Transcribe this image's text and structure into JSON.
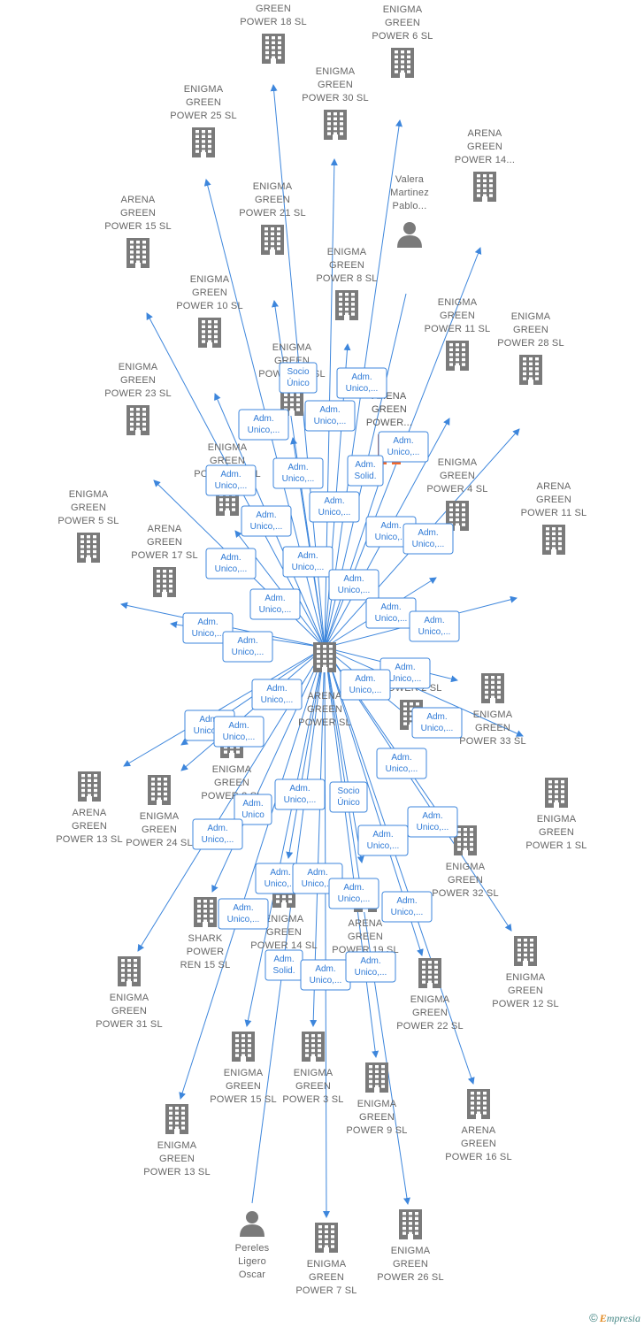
{
  "colors": {
    "edge": "#3d86dc",
    "node": "#7a7a7a",
    "node_highlight": "#f26a2e",
    "label": "#666666"
  },
  "center": {
    "id": "center",
    "lines": [
      "ARENA",
      "GREEN",
      "POWER  SL"
    ],
    "icon": "building-icon"
  },
  "nodes": [
    {
      "id": "n1",
      "lines": [
        "ARENA",
        "GREEN",
        "POWER 18  SL"
      ],
      "icon": "building-icon"
    },
    {
      "id": "n2",
      "lines": [
        "ENIGMA",
        "GREEN",
        "POWER 6  SL"
      ],
      "icon": "building-icon"
    },
    {
      "id": "n3",
      "lines": [
        "ENIGMA",
        "GREEN",
        "POWER 30  SL"
      ],
      "icon": "building-icon"
    },
    {
      "id": "n4",
      "lines": [
        "ENIGMA",
        "GREEN",
        "POWER 25  SL"
      ],
      "icon": "building-icon"
    },
    {
      "id": "n5",
      "lines": [
        "ARENA",
        "GREEN",
        "POWER 14..."
      ],
      "icon": "building-icon"
    },
    {
      "id": "n6",
      "lines": [
        "Valera",
        "Martinez",
        "Pablo..."
      ],
      "icon": "person-icon"
    },
    {
      "id": "n7",
      "lines": [
        "ENIGMA",
        "GREEN",
        "POWER 21  SL"
      ],
      "icon": "building-icon"
    },
    {
      "id": "n8",
      "lines": [
        "ARENA",
        "GREEN",
        "POWER 15  SL"
      ],
      "icon": "building-icon"
    },
    {
      "id": "n9",
      "lines": [
        "ENIGMA",
        "GREEN",
        "POWER 8  SL"
      ],
      "icon": "building-icon"
    },
    {
      "id": "n10",
      "lines": [
        "ENIGMA",
        "GREEN",
        "POWER 10  SL"
      ],
      "icon": "building-icon"
    },
    {
      "id": "n11",
      "lines": [
        "ENIGMA",
        "GREEN",
        "POWER 11  SL"
      ],
      "icon": "building-icon"
    },
    {
      "id": "n12",
      "lines": [
        "ENIGMA",
        "GREEN",
        "POWER 28  SL"
      ],
      "icon": "building-icon"
    },
    {
      "id": "n13",
      "lines": [
        "ENIGMA",
        "GREEN",
        "POWER 23  SL"
      ],
      "icon": "building-icon"
    },
    {
      "id": "n14",
      "lines": [
        "ENIGMA",
        "GREEN",
        "POWER 27  SL"
      ],
      "icon": "building-icon"
    },
    {
      "id": "n15",
      "lines": [
        "ARENA",
        "GREEN",
        "POWER..."
      ],
      "icon": "building-icon",
      "highlight": true
    },
    {
      "id": "n16",
      "lines": [
        "ENIGMA",
        "GREEN",
        "POWER 29  SL"
      ],
      "icon": "building-icon"
    },
    {
      "id": "n17",
      "lines": [
        "ENIGMA",
        "GREEN",
        "POWER 4  SL"
      ],
      "icon": "building-icon"
    },
    {
      "id": "n18",
      "lines": [
        "ARENA",
        "GREEN",
        "POWER 11  SL"
      ],
      "icon": "building-icon"
    },
    {
      "id": "n19",
      "lines": [
        "ENIGMA",
        "GREEN",
        "POWER 5  SL"
      ],
      "icon": "building-icon"
    },
    {
      "id": "n20",
      "lines": [
        "ARENA",
        "GREEN",
        "POWER 17  SL"
      ],
      "icon": "building-icon"
    },
    {
      "id": "n21",
      "lines": [
        "ENIGMA",
        "GREEN",
        "POWER 33  SL"
      ],
      "icon": "building-icon"
    },
    {
      "id": "n22",
      "lines": [
        "ARENA",
        "GREEN",
        "POWER 2  SL"
      ],
      "icon": "building-icon"
    },
    {
      "id": "n23",
      "lines": [
        "ENIGMA",
        "GREEN",
        "POWER 1  SL"
      ],
      "icon": "building-icon"
    },
    {
      "id": "n24",
      "lines": [
        "ENIGMA",
        "GREEN",
        "POWER 2  SL"
      ],
      "icon": "building-icon"
    },
    {
      "id": "n25",
      "lines": [
        "ARENA",
        "GREEN",
        "POWER 13  SL"
      ],
      "icon": "building-icon"
    },
    {
      "id": "n26",
      "lines": [
        "ENIGMA",
        "GREEN",
        "POWER 24  SL"
      ],
      "icon": "building-icon"
    },
    {
      "id": "n27",
      "lines": [
        "ENIGMA",
        "GREEN",
        "POWER 32  SL"
      ],
      "icon": "building-icon"
    },
    {
      "id": "n28",
      "lines": [
        "SHARK",
        "POWER",
        "REN 15  SL"
      ],
      "icon": "building-icon"
    },
    {
      "id": "n29",
      "lines": [
        "ENIGMA",
        "GREEN",
        "POWER 14  SL"
      ],
      "icon": "building-icon"
    },
    {
      "id": "n30",
      "lines": [
        "ARENA",
        "GREEN",
        "POWER 19  SL"
      ],
      "icon": "building-icon"
    },
    {
      "id": "n31",
      "lines": [
        "ENIGMA",
        "GREEN",
        "POWER 12  SL"
      ],
      "icon": "building-icon"
    },
    {
      "id": "n32",
      "lines": [
        "ENIGMA",
        "GREEN",
        "POWER 31  SL"
      ],
      "icon": "building-icon"
    },
    {
      "id": "n33",
      "lines": [
        "ENIGMA",
        "GREEN",
        "POWER 22  SL"
      ],
      "icon": "building-icon"
    },
    {
      "id": "n34",
      "lines": [
        "ENIGMA",
        "GREEN",
        "POWER 15  SL"
      ],
      "icon": "building-icon"
    },
    {
      "id": "n35",
      "lines": [
        "ENIGMA",
        "GREEN",
        "POWER 3  SL"
      ],
      "icon": "building-icon"
    },
    {
      "id": "n36",
      "lines": [
        "ENIGMA",
        "GREEN",
        "POWER 9  SL"
      ],
      "icon": "building-icon"
    },
    {
      "id": "n37",
      "lines": [
        "ARENA",
        "GREEN",
        "POWER 16  SL"
      ],
      "icon": "building-icon"
    },
    {
      "id": "n38",
      "lines": [
        "ENIGMA",
        "GREEN",
        "POWER 13  SL"
      ],
      "icon": "building-icon"
    },
    {
      "id": "n39",
      "lines": [
        "Pereles",
        "Ligero",
        "Oscar"
      ],
      "icon": "person-icon"
    },
    {
      "id": "n40",
      "lines": [
        "ENIGMA",
        "GREEN",
        "POWER 7  SL"
      ],
      "icon": "building-icon"
    },
    {
      "id": "n41",
      "lines": [
        "ENIGMA",
        "GREEN",
        "POWER 26  SL"
      ],
      "icon": "building-icon"
    }
  ],
  "edges": [
    {
      "to": "n1"
    },
    {
      "to": "n2"
    },
    {
      "to": "n3"
    },
    {
      "to": "n4"
    },
    {
      "to": "n5"
    },
    {
      "from": "n6",
      "to": "center"
    },
    {
      "to": "n7"
    },
    {
      "to": "n8"
    },
    {
      "to": "n9"
    },
    {
      "to": "n10"
    },
    {
      "to": "n11"
    },
    {
      "to": "n12"
    },
    {
      "to": "n13"
    },
    {
      "to": "n14"
    },
    {
      "to": "n15"
    },
    {
      "to": "n16"
    },
    {
      "to": "n17"
    },
    {
      "to": "n18"
    },
    {
      "to": "n19"
    },
    {
      "to": "n20"
    },
    {
      "to": "n21"
    },
    {
      "to": "n22"
    },
    {
      "to": "n23"
    },
    {
      "to": "n24"
    },
    {
      "to": "n25"
    },
    {
      "to": "n26"
    },
    {
      "to": "n27"
    },
    {
      "to": "n28"
    },
    {
      "to": "n29"
    },
    {
      "to": "n30"
    },
    {
      "to": "n31"
    },
    {
      "to": "n32"
    },
    {
      "to": "n33"
    },
    {
      "to": "n34"
    },
    {
      "to": "n35"
    },
    {
      "to": "n36"
    },
    {
      "to": "n37"
    },
    {
      "to": "n38"
    },
    {
      "from": "n39",
      "to": "center"
    },
    {
      "to": "n40"
    },
    {
      "to": "n41"
    }
  ],
  "edge_labels": [
    {
      "lines": [
        "Socio",
        "Único"
      ]
    },
    {
      "lines": [
        "Adm.",
        "Unico,..."
      ]
    },
    {
      "lines": [
        "Adm.",
        "Unico,..."
      ]
    },
    {
      "lines": [
        "Adm.",
        "Unico,..."
      ]
    },
    {
      "lines": [
        "Adm.",
        "Unico,..."
      ]
    },
    {
      "lines": [
        "Adm.",
        "Unico,..."
      ]
    },
    {
      "lines": [
        "Adm.",
        "Solid."
      ]
    },
    {
      "lines": [
        "Adm.",
        "Unico,..."
      ]
    },
    {
      "lines": [
        "Adm.",
        "Unico,..."
      ]
    },
    {
      "lines": [
        "Adm.",
        "Unico,..."
      ]
    },
    {
      "lines": [
        "Adm.",
        "Unico,..."
      ]
    },
    {
      "lines": [
        "Adm.",
        "Unico,..."
      ]
    },
    {
      "lines": [
        "Adm.",
        "Unico,..."
      ]
    },
    {
      "lines": [
        "Adm.",
        "Unico,..."
      ]
    },
    {
      "lines": [
        "Adm.",
        "Unico,..."
      ]
    },
    {
      "lines": [
        "Adm.",
        "Unico,..."
      ]
    },
    {
      "lines": [
        "Adm.",
        "Unico,..."
      ]
    },
    {
      "lines": [
        "Adm.",
        "Unico,..."
      ]
    },
    {
      "lines": [
        "Adm.",
        "Unico,..."
      ]
    },
    {
      "lines": [
        "Adm.",
        "Unico,..."
      ]
    },
    {
      "lines": [
        "Adm.",
        "Unico,..."
      ]
    },
    {
      "lines": [
        "Adm.",
        "Unico,..."
      ]
    },
    {
      "lines": [
        "Adm.",
        "Unico,..."
      ]
    },
    {
      "lines": [
        "Adm.",
        "Unico,..."
      ]
    },
    {
      "lines": [
        "Adm.",
        "Unico,..."
      ]
    },
    {
      "lines": [
        "Adm.",
        "Unico,..."
      ]
    },
    {
      "lines": [
        "Adm.",
        "Unico,..."
      ]
    },
    {
      "lines": [
        "Adm.",
        "Unico,..."
      ]
    },
    {
      "lines": [
        "Adm.",
        "Unico,..."
      ]
    },
    {
      "lines": [
        "Socio",
        "Único"
      ]
    },
    {
      "lines": [
        "Adm.",
        "Unico"
      ]
    },
    {
      "lines": [
        "Adm.",
        "Unico,..."
      ]
    },
    {
      "lines": [
        "Adm.",
        "Unico,..."
      ]
    },
    {
      "lines": [
        "Adm.",
        "Unico,..."
      ]
    },
    {
      "lines": [
        "Adm.",
        "Unico,..."
      ]
    },
    {
      "lines": [
        "Adm.",
        "Unico,..."
      ]
    },
    {
      "lines": [
        "Adm.",
        "Unico,..."
      ]
    },
    {
      "lines": [
        "Adm.",
        "Unico,..."
      ]
    },
    {
      "lines": [
        "Adm.",
        "Solid."
      ]
    },
    {
      "lines": [
        "Adm.",
        "Unico,..."
      ]
    },
    {
      "lines": [
        "Adm.",
        "Unico,..."
      ]
    },
    {
      "lines": [
        "Adm.",
        "Unico,..."
      ]
    },
    {
      "lines": [
        "Adm.",
        "Unico,..."
      ]
    },
    {
      "lines": [
        "Adm.",
        "Unico,..."
      ]
    },
    {
      "lines": [
        "Adm.",
        "Unico,..."
      ]
    }
  ],
  "watermark": {
    "copyright": "©",
    "brand_initial": "E",
    "brand_rest": "mpresia"
  }
}
